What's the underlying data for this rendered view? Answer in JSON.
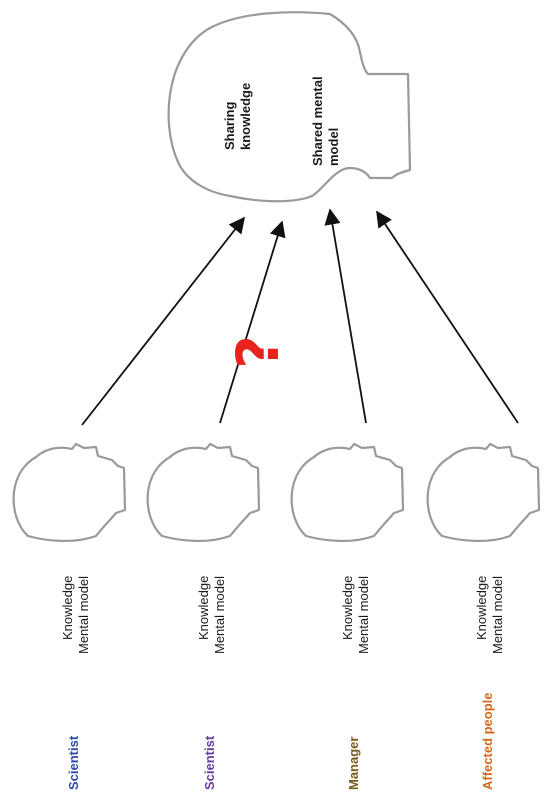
{
  "shared": {
    "line1": "Sharing",
    "line2": "knowledge",
    "line3": "Shared mental",
    "line4": "model"
  },
  "question_mark": "?",
  "individuals": [
    {
      "knowledge": "Knowledge",
      "mental_model": "Mental model",
      "role": "Scientist",
      "role_color": "#2b4aa8"
    },
    {
      "knowledge": "Knowledge",
      "mental_model": "Mental model",
      "role": "Scientist",
      "role_color": "#6a3aa0"
    },
    {
      "knowledge": "Knowledge",
      "mental_model": "Mental model",
      "role": "Manager",
      "role_color": "#7a5a1c"
    },
    {
      "knowledge": "Knowledge",
      "mental_model": "Mental model",
      "role": "Affected people",
      "role_color": "#d2691e"
    }
  ],
  "colors": {
    "outline": "#9a9a9a",
    "arrow": "#111111",
    "question": "#e8231e"
  }
}
